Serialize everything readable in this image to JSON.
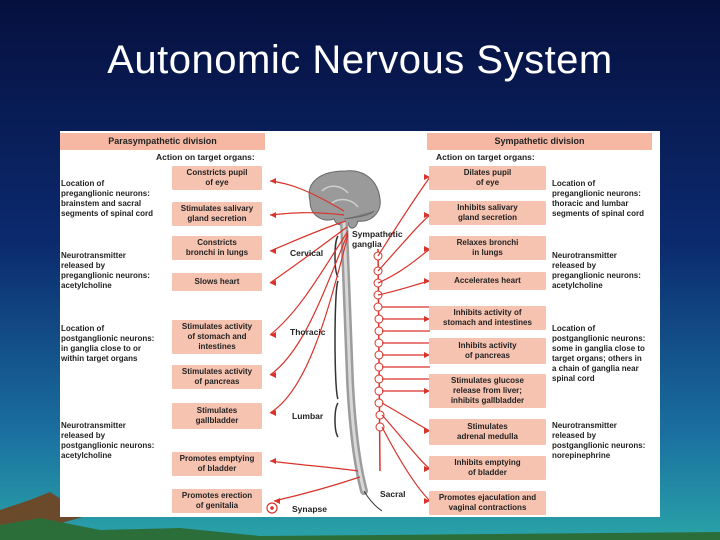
{
  "title": "Autonomic Nervous System",
  "parasympathetic": {
    "header": "Parasympathetic division",
    "action_header": "Action on target organs:",
    "side_notes": [
      "Location of\npreganglionic neurons:\nbrainstem and sacral\nsegments of spinal cord",
      "Neurotransmitter\nreleased by\npreganglionic neurons:\nacetylcholine",
      "Location of\npostganglionic neurons:\nin ganglia close to or\nwithin target organs",
      "Neurotransmitter\nreleased by\npostganglionic neurons:\nacetylcholine"
    ],
    "actions": [
      "Constricts pupil\nof eye",
      "Stimulates salivary\ngland secretion",
      "Constricts\nbronchi in lungs",
      "Slows heart",
      "Stimulates activity\nof stomach and\nintestines",
      "Stimulates activity\nof pancreas",
      "Stimulates\ngallbladder",
      "Promotes emptying\nof bladder",
      "Promotes erection\nof genitalia"
    ]
  },
  "sympathetic": {
    "header": "Sympathetic division",
    "action_header": "Action on target organs:",
    "side_notes": [
      "Location of\npreganglionic neurons:\nthoracic and lumbar\nsegments of spinal cord",
      "Neurotransmitter\nreleased by\npreganglionic neurons:\nacetylcholine",
      "Location of\npostganglionic neurons:\nsome in ganglia close to\ntarget organs; others in\na chain of ganglia near\nspinal cord",
      "Neurotransmitter\nreleased by\npostganglionic neurons:\nnorepinephrine"
    ],
    "actions": [
      "Dilates pupil\nof eye",
      "Inhibits salivary\ngland secretion",
      "Relaxes bronchi\nin lungs",
      "Accelerates heart",
      "Inhibits activity of\nstomach and intestines",
      "Inhibits activity\nof pancreas",
      "Stimulates glucose\nrelease from liver;\ninhibits gallbladder",
      "Stimulates\nadrenal medulla",
      "Inhibits emptying\nof bladder",
      "Promotes ejaculation and\nvaginal contractions"
    ]
  },
  "labels": {
    "sympathetic_ganglia": "Sympathetic\nganglia",
    "cervical": "Cervical",
    "thoracic": "Thoracic",
    "lumbar": "Lumbar",
    "sacral": "Sacral",
    "synapse": "Synapse"
  },
  "colors": {
    "header_fill": "#f6b8a3",
    "box_fill": "#f6c3b1",
    "nerve_red": "#d9332a",
    "background_top": "#06103f",
    "background_bottom": "#2aa3a8"
  }
}
